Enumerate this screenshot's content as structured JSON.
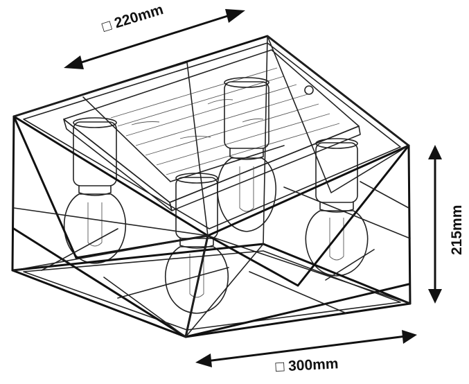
{
  "dimensions": {
    "top_width": "□ 220mm",
    "height": "215mm",
    "bottom_width": "□ 300mm"
  },
  "icons": {
    "square_symbol": "square-outline-icon"
  }
}
